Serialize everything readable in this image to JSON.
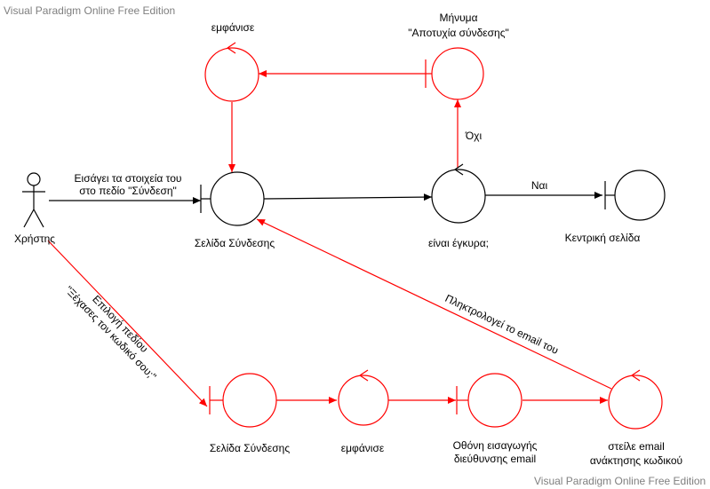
{
  "watermarks": {
    "top": "Visual Paradigm Online Free Edition",
    "bottom": "Visual Paradigm Online Free Edition"
  },
  "colors": {
    "black": "#000000",
    "red": "#ff0000",
    "watermark": "#7f7f7f"
  },
  "actor": {
    "label": "Χρήστης"
  },
  "nodes": {
    "show_top": {
      "label": "εμφάνισε",
      "kind": "control",
      "color": "red"
    },
    "message": {
      "label_line1": "Μήνυμα",
      "label_line2": "\"Αποτυχία σύνδεσης\"",
      "kind": "boundary",
      "color": "red"
    },
    "login_page": {
      "label": "Σελίδα Σύνδεσης",
      "kind": "boundary",
      "color": "black"
    },
    "valid": {
      "label": "είναι έγκυρα;",
      "kind": "control",
      "color": "black"
    },
    "home_page": {
      "label": "Κεντρική σελίδα",
      "kind": "boundary",
      "color": "black"
    },
    "login_page_bottom": {
      "label": "Σελίδα Σύνδεσης",
      "kind": "boundary",
      "color": "red"
    },
    "show_bottom": {
      "label": "εμφάνισε",
      "kind": "control",
      "color": "red"
    },
    "email_screen": {
      "label_line1": "Οθόνη εισαγωγής",
      "label_line2": "διεύθυνσης email",
      "kind": "boundary",
      "color": "red"
    },
    "send_email": {
      "label_line1": "στείλε email",
      "label_line2": "ανάκτησης κωδικού",
      "kind": "control",
      "color": "red"
    }
  },
  "edges": {
    "actor_to_login": {
      "label_line1": "Εισάγει τα στοιχεία του",
      "label_line2": "στο πεδίο \"Σύνδεση\""
    },
    "valid_yes": {
      "label": "Ναι"
    },
    "valid_no": {
      "label": "Όχι"
    },
    "forgot": {
      "label_line1": "Επιλογή πεδίου",
      "label_line2": "\"Ξέχασες τον κωδικό σου;\""
    },
    "type_email": {
      "label": "Πληκτρολογεί το email του"
    }
  }
}
